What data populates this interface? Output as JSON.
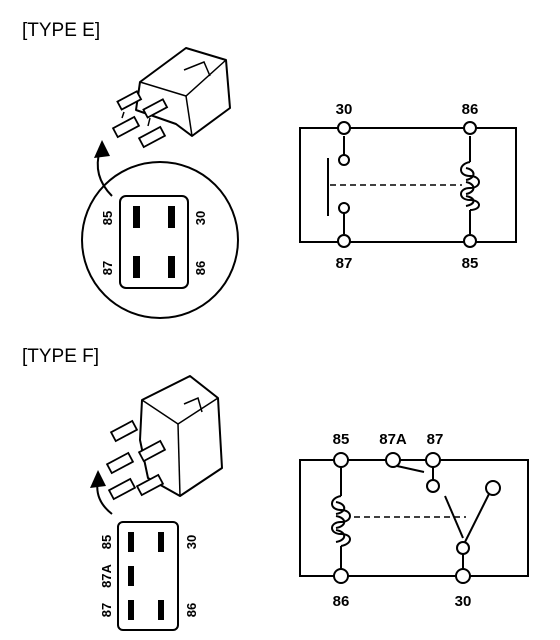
{
  "type_e": {
    "heading": "[TYPE E]",
    "pin_labels": {
      "top_left": "85",
      "top_right": "30",
      "bottom_left": "87",
      "bottom_right": "86"
    },
    "schematic": {
      "top_left": "30",
      "top_right": "86",
      "bottom_left": "87",
      "bottom_right": "85"
    }
  },
  "type_f": {
    "heading": "[TYPE F]",
    "pin_labels": {
      "left_top": "85",
      "left_middle": "87A",
      "left_bottom": "87",
      "right_top": "30",
      "right_bottom": "86"
    },
    "schematic": {
      "top_left": "85",
      "top_middle": "87A",
      "top_right": "87",
      "bottom_left": "86",
      "bottom_right": "30"
    }
  }
}
